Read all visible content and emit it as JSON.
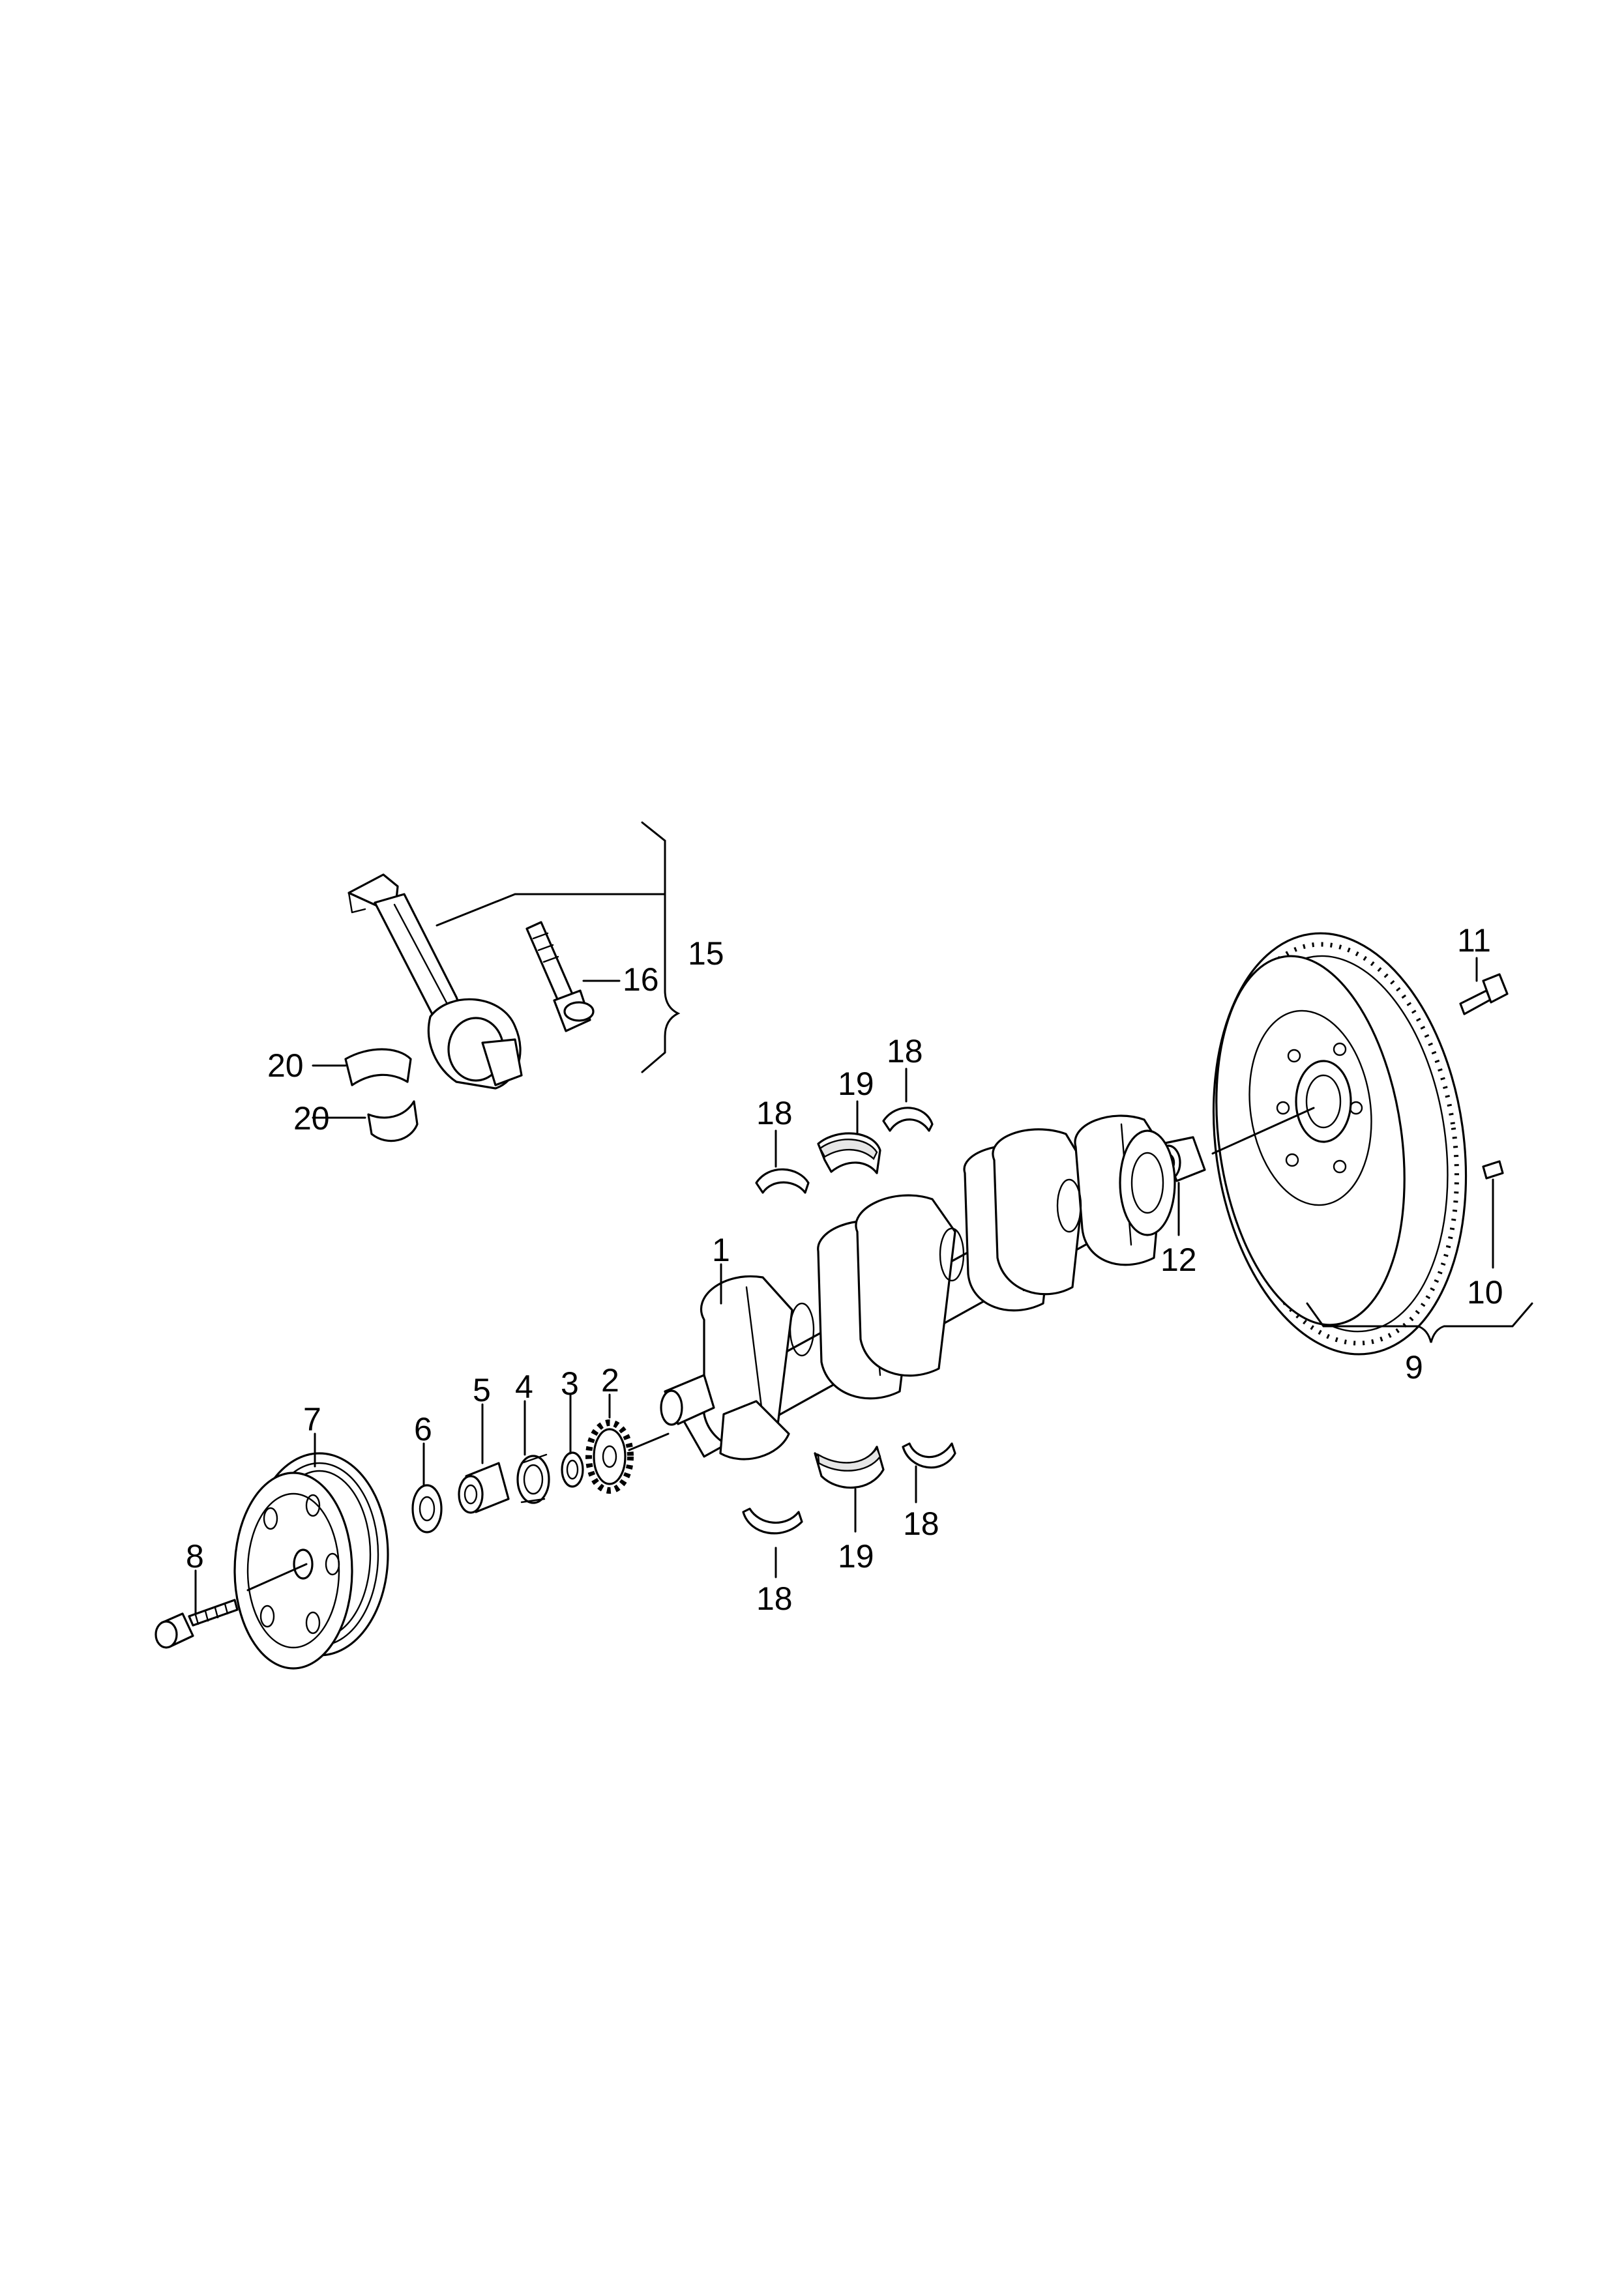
{
  "diagram": {
    "callouts": {
      "c1": "1",
      "c2": "2",
      "c3": "3",
      "c4": "4",
      "c5": "5",
      "c6": "6",
      "c7": "7",
      "c8": "8",
      "c9": "9",
      "c10": "10",
      "c11": "11",
      "c12": "12",
      "c15": "15",
      "c16": "16",
      "c18a": "18",
      "c18b": "18",
      "c18c": "18",
      "c18d": "18",
      "c19a": "19",
      "c19b": "19",
      "c20a": "20",
      "c20b": "20"
    }
  }
}
